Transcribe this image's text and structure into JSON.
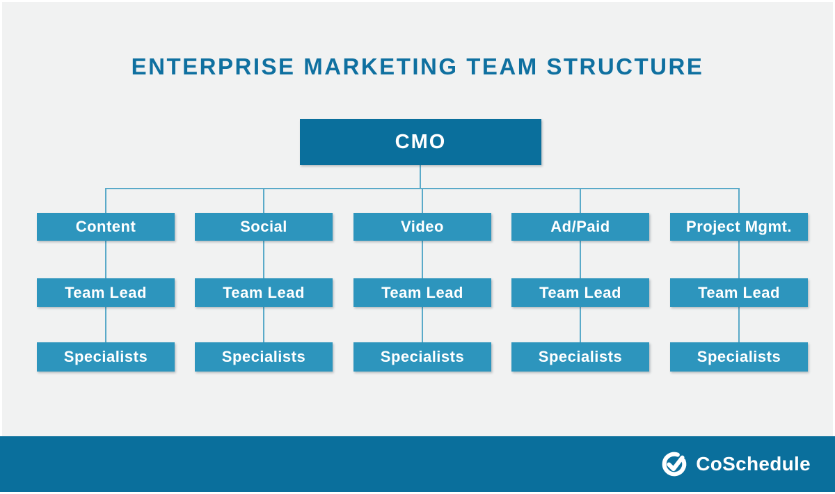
{
  "title": "ENTERPRISE MARKETING TEAM STRUCTURE",
  "root": {
    "label": "CMO"
  },
  "columns": [
    {
      "label": "Content",
      "children": [
        "Team Lead",
        "Specialists"
      ]
    },
    {
      "label": "Social",
      "children": [
        "Team Lead",
        "Specialists"
      ]
    },
    {
      "label": "Video",
      "children": [
        "Team Lead",
        "Specialists"
      ]
    },
    {
      "label": "Ad/Paid",
      "children": [
        "Team Lead",
        "Specialists"
      ]
    },
    {
      "label": "Project Mgmt.",
      "children": [
        "Team Lead",
        "Specialists"
      ]
    }
  ],
  "footer": {
    "brand": "CoSchedule",
    "logo_icon": "coschedule-check-circle-icon"
  },
  "colors": {
    "dark_teal": "#0a6f9c",
    "light_teal": "#2d95bd",
    "background": "#f1f2f2",
    "connector_line": "#5aaac9",
    "title_text": "#0f70a0",
    "box_text": "#ffffff"
  }
}
